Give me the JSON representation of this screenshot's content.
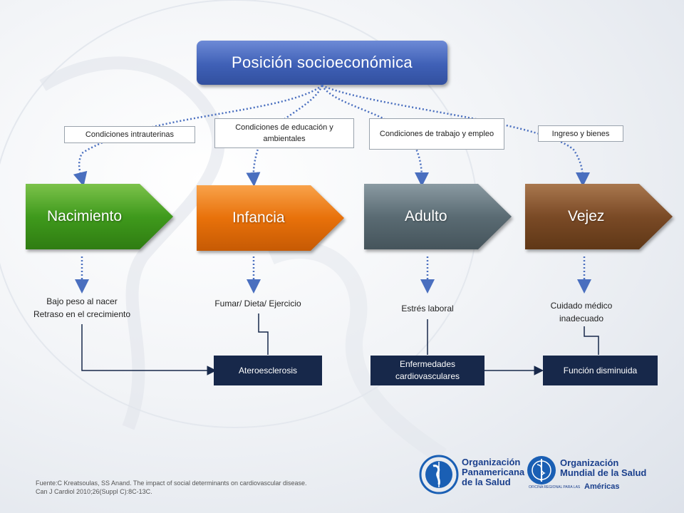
{
  "title": "Posición socioeconómica",
  "conditions": [
    "Condiciones intrauterinas",
    "Condiciones  de educación  y ambientales",
    "Condiciones de trabajo y empleo",
    "Ingreso y bienes"
  ],
  "stages": [
    {
      "label": "Nacimiento",
      "color": "#3f9a1c"
    },
    {
      "label": "Infancia",
      "color": "#e8710a"
    },
    {
      "label": "Adulto",
      "color": "#5a6b73"
    },
    {
      "label": "Vejez",
      "color": "#7a4a26"
    }
  ],
  "outcomes": {
    "nacimiento_1": "Bajo peso al nacer",
    "nacimiento_2": "Retraso en el crecimiento",
    "infancia": "Fumar/ Dieta/ Ejercicio",
    "adulto": "Estrés laboral",
    "vejez_1": "Cuidado médico",
    "vejez_2": "inadecuado"
  },
  "results": {
    "ateroesclerosis": "Ateroesclerosis",
    "enfermedades_1": "Enfermedades",
    "enfermedades_2": "cardiovasculares",
    "funcion": "Función disminuida"
  },
  "source": {
    "line1": "Fuente:C Kreatsoulas, SS Anand. The impact of social determinants on cardiovascular disease.",
    "line2": "Can J Cardiol 2010;26(Suppl C):8C-13C."
  },
  "logos": {
    "ops_1": "Organización",
    "ops_2": "Panamericana",
    "ops_3": "de la Salud",
    "oms_1": "Organización",
    "oms_2": "Mundial de la Salud",
    "oms_sub": "OFICINA REGIONAL PARA LAS",
    "oms_3": "Américas"
  }
}
